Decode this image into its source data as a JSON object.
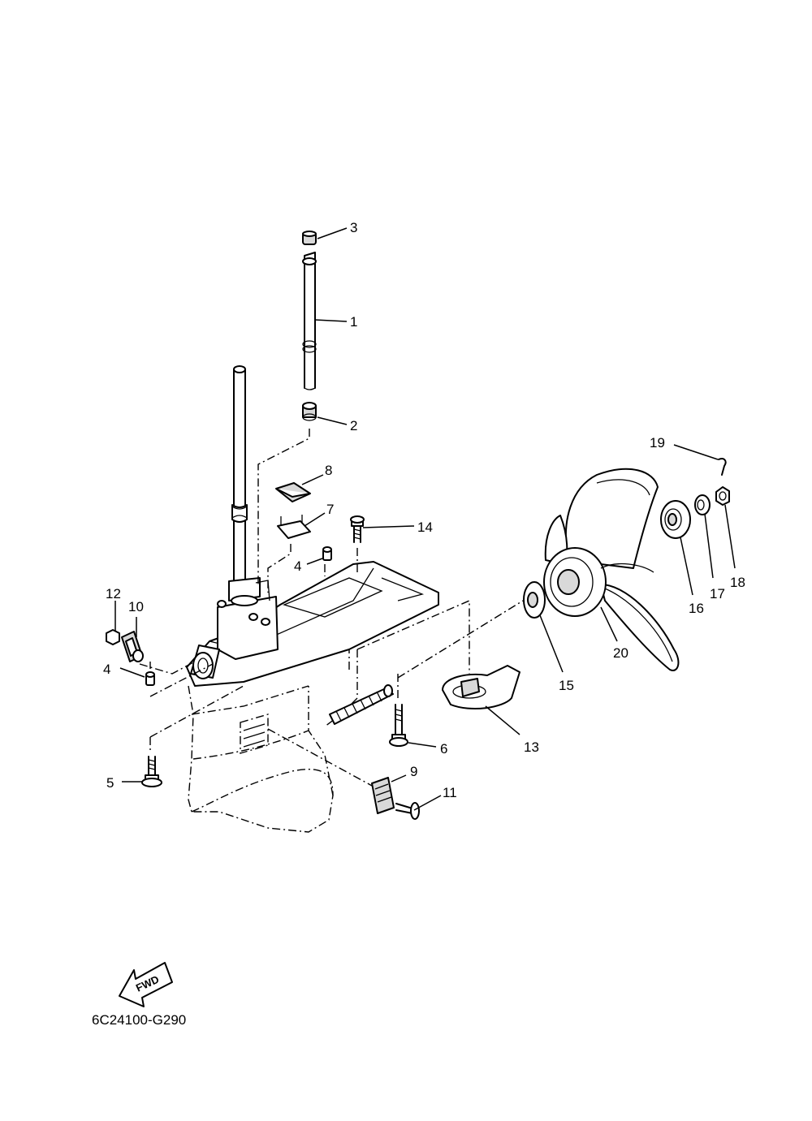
{
  "diagram": {
    "drawing_code": "6C24100-G290",
    "fwd_label": "FWD",
    "callouts": {
      "c1": "1",
      "c2": "2",
      "c3": "3",
      "c4a": "4",
      "c4b": "4",
      "c5": "5",
      "c6": "6",
      "c7": "7",
      "c8": "8",
      "c9": "9",
      "c10": "10",
      "c11": "11",
      "c12": "12",
      "c13": "13",
      "c14": "14",
      "c15": "15",
      "c16": "16",
      "c17": "17",
      "c18": "18",
      "c19": "19",
      "c20": "20"
    }
  }
}
